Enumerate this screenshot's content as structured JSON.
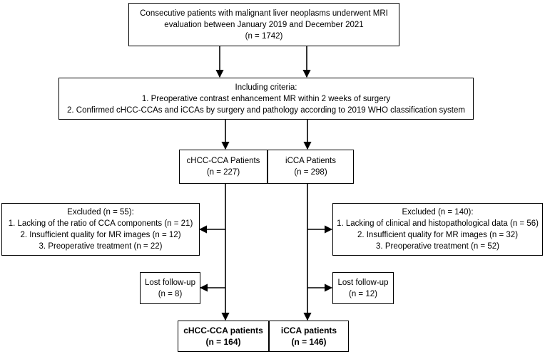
{
  "nodes": {
    "top": {
      "lines": [
        "Consecutive patients with malignant liver neoplasms underwent MRI",
        "evaluation between January 2019 and December 2021",
        "(n = 1742)"
      ]
    },
    "criteria": {
      "lines": [
        "Including criteria:",
        "1. Preoperative  contrast enhancement MR within 2 weeks of surgery",
        "2. Confirmed cHCC-CCAs and iCCAs by surgery and pathology according to 2019 WHO classification system"
      ]
    },
    "chcc_group": {
      "lines": [
        "cHCC-CCA Patients",
        "(n = 227)"
      ]
    },
    "icca_group": {
      "lines": [
        "iCCA Patients",
        "(n = 298)"
      ]
    },
    "excl_left": {
      "lines": [
        "Excluded (n = 55):",
        "1. Lacking of the ratio of CCA components  (n = 21)",
        "2. Insufficient  quality for MR images (n = 12)",
        "3. Preoperative  treatment (n = 22)"
      ]
    },
    "excl_right": {
      "lines": [
        "Excluded (n = 140):",
        "1. Lacking of clinical and histopathological data  (n = 56)",
        "2. Insufficient  quality for MR images (n = 32)",
        "3. Preoperative  treatment (n = 52)"
      ]
    },
    "lost_left": {
      "lines": [
        "Lost follow-up",
        "(n = 8)"
      ]
    },
    "lost_right": {
      "lines": [
        "Lost follow-up",
        "(n = 12)"
      ]
    },
    "final_left": {
      "lines": [
        "cHCC-CCA patients",
        "(n = 164)"
      ]
    },
    "final_right": {
      "lines": [
        "iCCA  patients",
        "(n = 146)"
      ]
    }
  },
  "colors": {
    "line": "#000000",
    "box_border": "#000000",
    "background": "#ffffff"
  }
}
